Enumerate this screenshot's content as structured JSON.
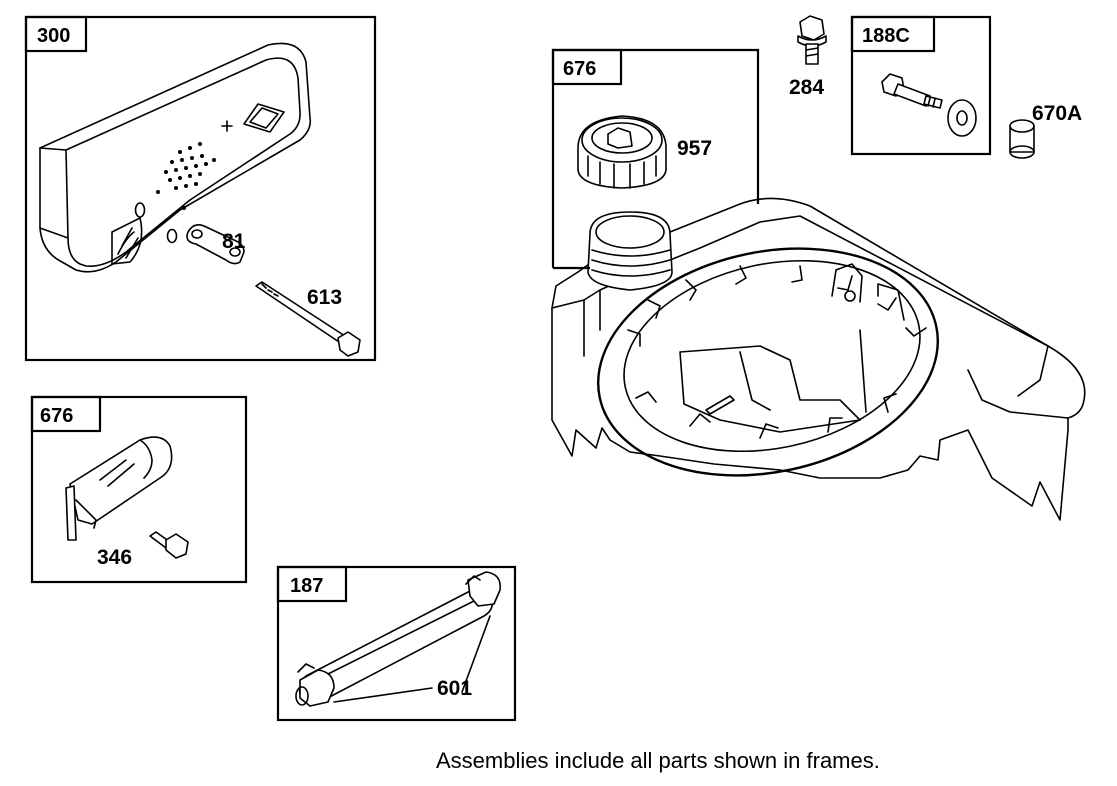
{
  "frames": {
    "muffler": {
      "tag": "300"
    },
    "guard": {
      "tag": "676"
    },
    "fuel_tank": {
      "tag": "676"
    },
    "fuel_line": {
      "tag": "187"
    },
    "screw_kit": {
      "tag": "188C"
    }
  },
  "callouts": {
    "lock_plate": "81",
    "muffler_screw": "613",
    "guard_screw": "346",
    "clamp": "601",
    "fuel_cap": "957",
    "tank_screw": "284",
    "spacer": "670A"
  },
  "footer": {
    "note": "Assemblies include all parts shown in frames."
  }
}
